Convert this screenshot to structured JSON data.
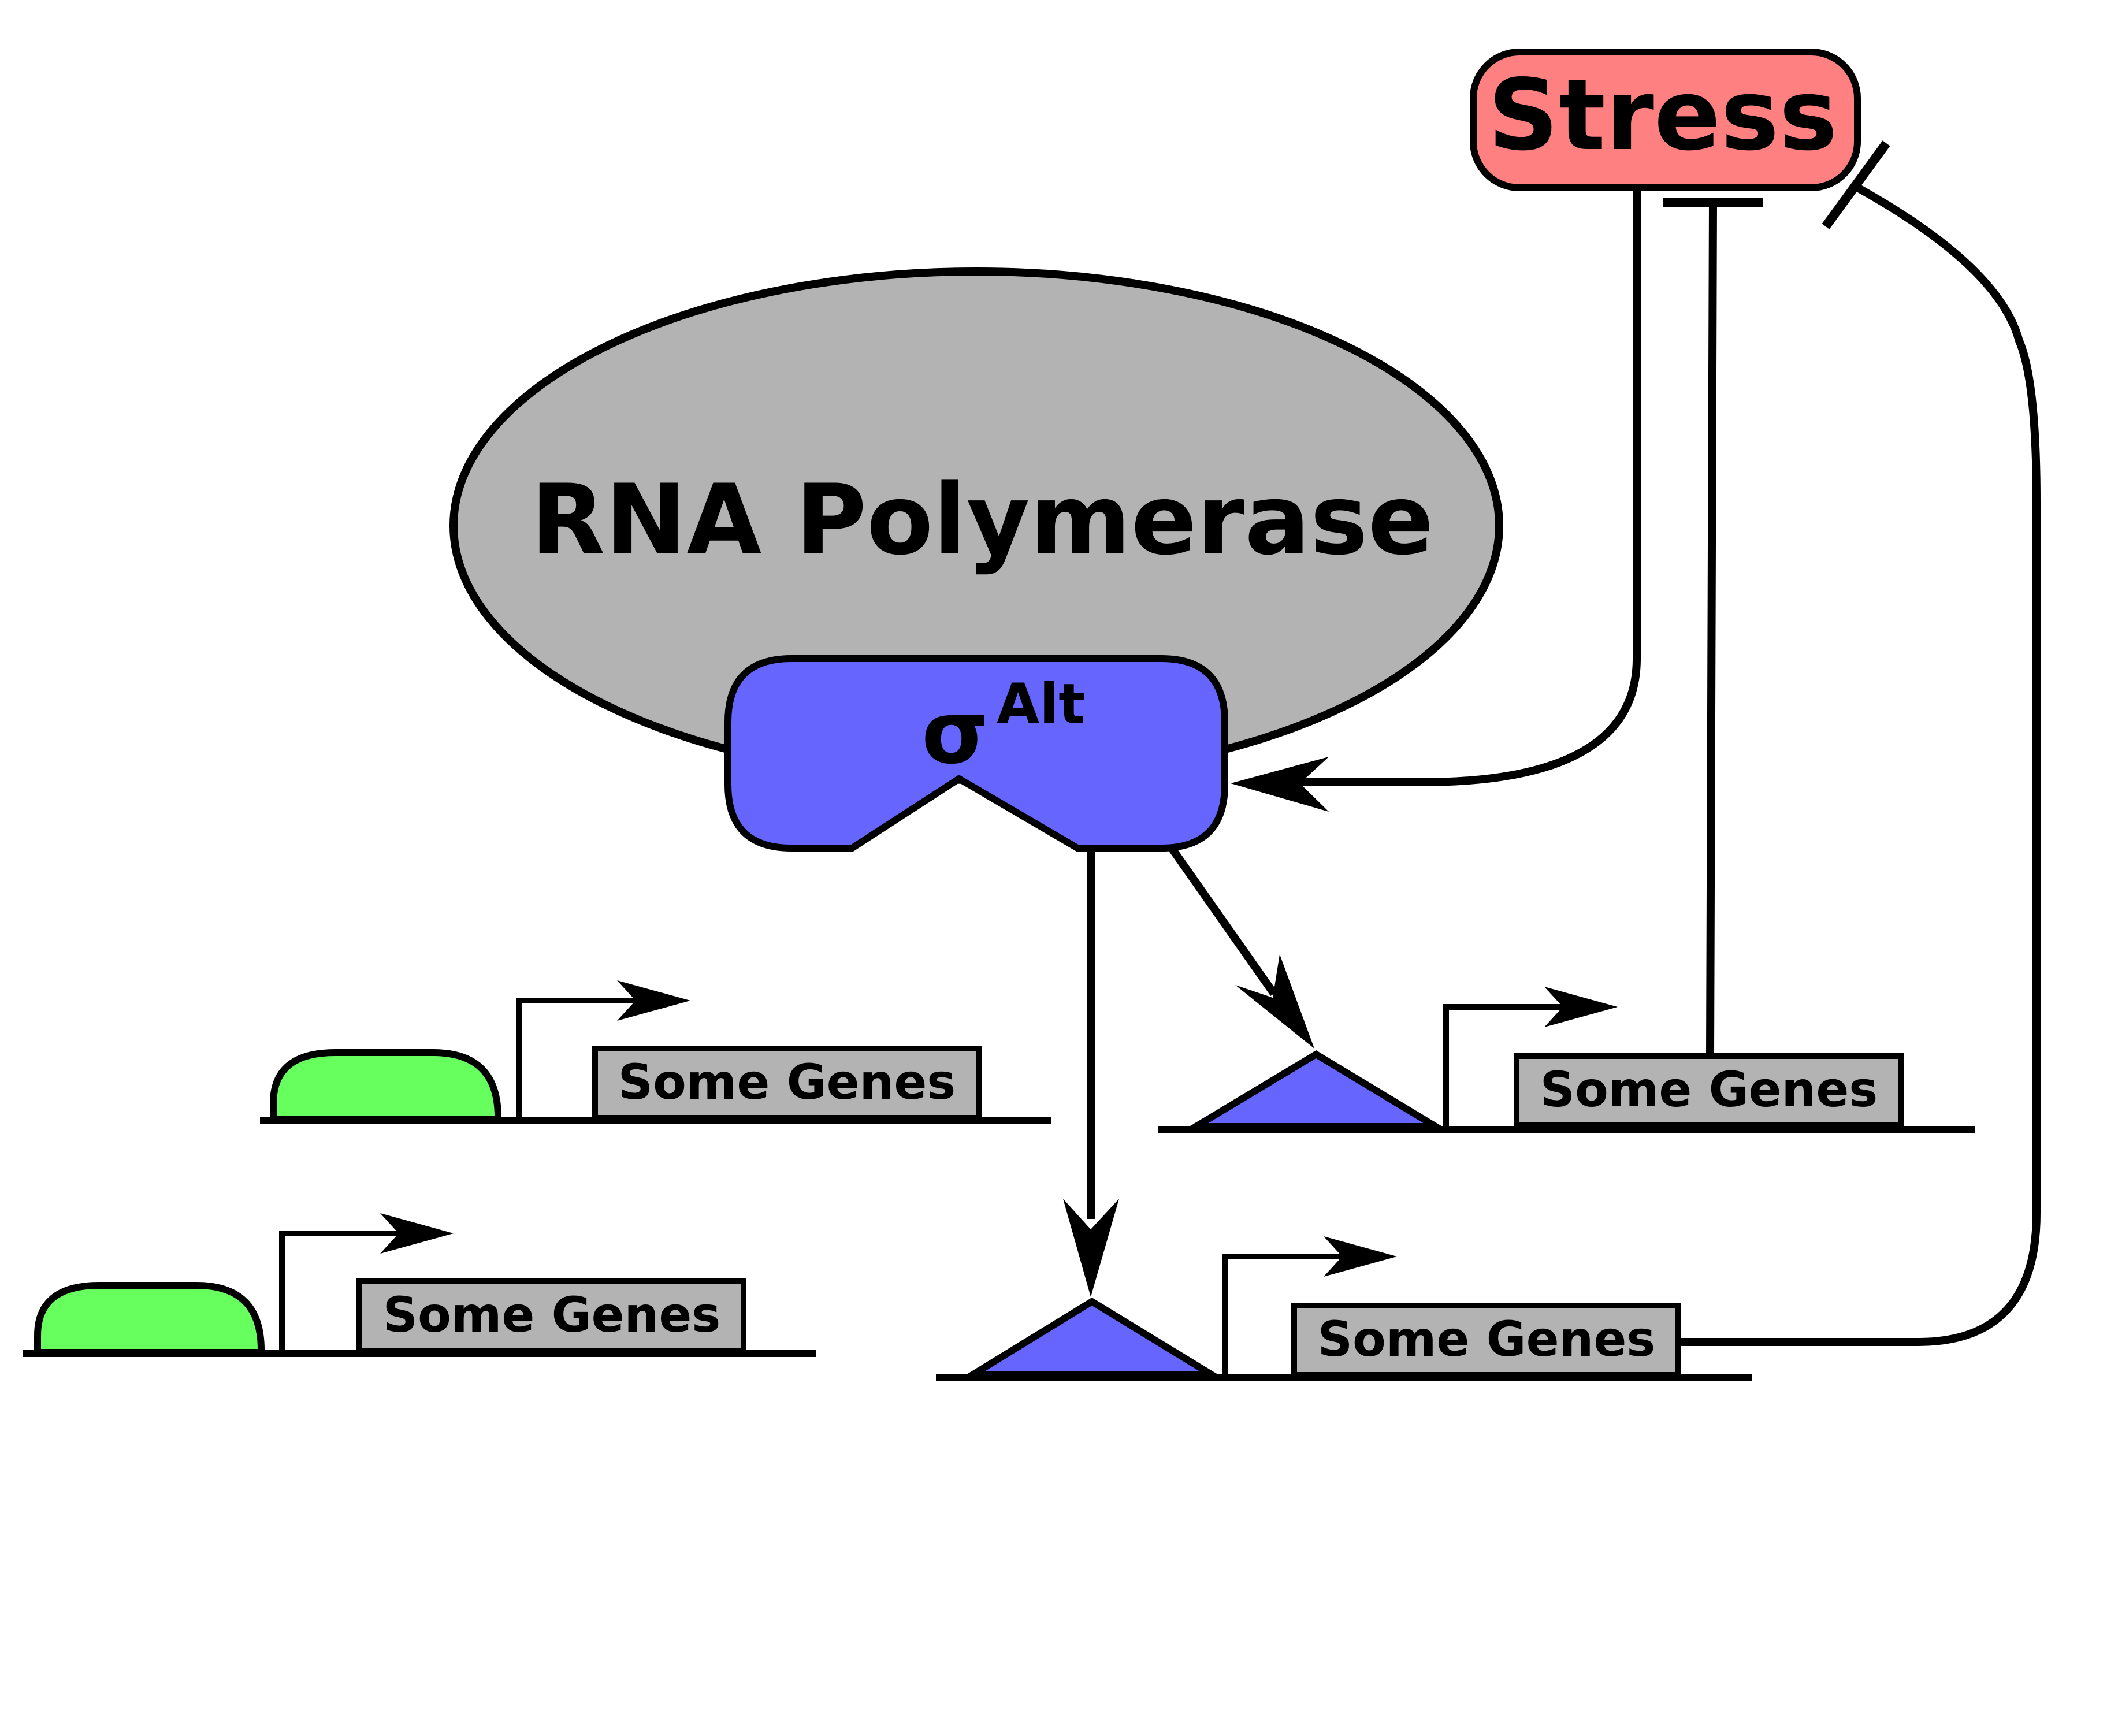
{
  "stress": {
    "label": "Stress",
    "color": "#ff8080"
  },
  "polymerase": {
    "label": "RNA Polymerase",
    "color": "#b3b3b3"
  },
  "sigma": {
    "symbol": "σ",
    "superscript": "Alt",
    "color": "#6666ff"
  },
  "constitutive_promoter_color": "#66ff5e",
  "gene_box_color": "#b3b3b3",
  "genes": [
    {
      "label": "Some Genes"
    },
    {
      "label": "Some Genes"
    },
    {
      "label": "Some Genes"
    },
    {
      "label": "Some Genes"
    }
  ],
  "edges": [
    {
      "from": "stress",
      "to": "sigma",
      "type": "activation"
    },
    {
      "from": "sigma",
      "to": "sigma-promoter-upper",
      "type": "activation"
    },
    {
      "from": "sigma",
      "to": "sigma-promoter-lower",
      "type": "activation"
    },
    {
      "from": "gene-upper-right",
      "to": "stress",
      "type": "inhibition"
    },
    {
      "from": "gene-lower-right",
      "to": "stress",
      "type": "inhibition"
    }
  ]
}
